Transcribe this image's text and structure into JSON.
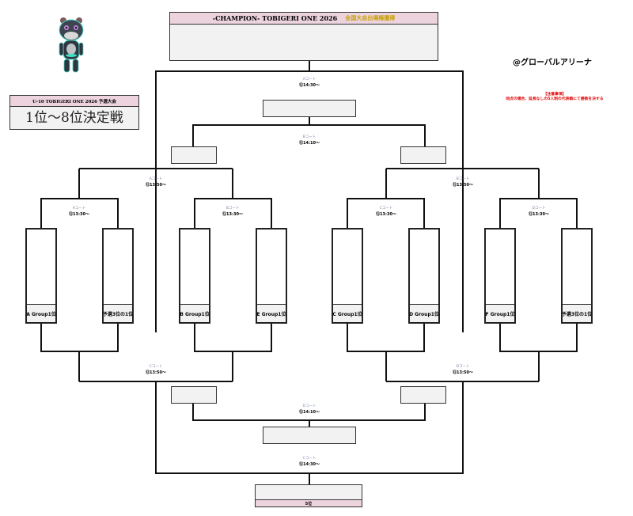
{
  "champion": {
    "title": "-CHAMPION- TOBIGERI ONE 2026",
    "award": "全国大会出場権獲得"
  },
  "event": {
    "subtitle": "U-10 TOBIGERI ONE 2026 予選大会",
    "title": "1位〜8位決定戦"
  },
  "venue": "@グローバルアリーナ",
  "note": {
    "heading": "【注意事項】",
    "text": "同点の場合、延長なしの5人制の代表戦にて勝敗を決する"
  },
  "mascot": "hippo-robot-mascot",
  "first_round": [
    {
      "court": "Aコート",
      "time": "⑫13:30〜",
      "slots": [
        "A Group1位",
        "予選3位の1位"
      ]
    },
    {
      "court": "Bコート",
      "time": "⑫13:30〜",
      "slots": [
        "B Group1位",
        "E Group1位"
      ]
    },
    {
      "court": "Cコート",
      "time": "⑫13:30〜",
      "slots": [
        "C Group1位",
        "D Group1位"
      ]
    },
    {
      "court": "Dコート",
      "time": "⑫13:30〜",
      "slots": [
        "F Group1位",
        "予選3位の1位"
      ]
    }
  ],
  "semifinals_top": [
    {
      "court": "Aコート",
      "time": "⑫13:50〜"
    },
    {
      "court": "Bコート",
      "time": "⑫13:50〜"
    }
  ],
  "semifinals_bottom": [
    {
      "court": "Cコート",
      "time": "⑫13:50〜"
    },
    {
      "court": "Dコート",
      "time": "⑫13:50〜"
    }
  ],
  "final": {
    "court": "Aコート",
    "time": "⑫14:30〜"
  },
  "third_place": {
    "court": "Bコート",
    "time": "⑫14:10〜"
  },
  "fifth_semis": {
    "court": "Dコート",
    "time": "⑫14:10〜"
  },
  "fifth_final": {
    "court": "Cコート",
    "time": "⑫14:30〜"
  },
  "fifth_place_label": "5位"
}
